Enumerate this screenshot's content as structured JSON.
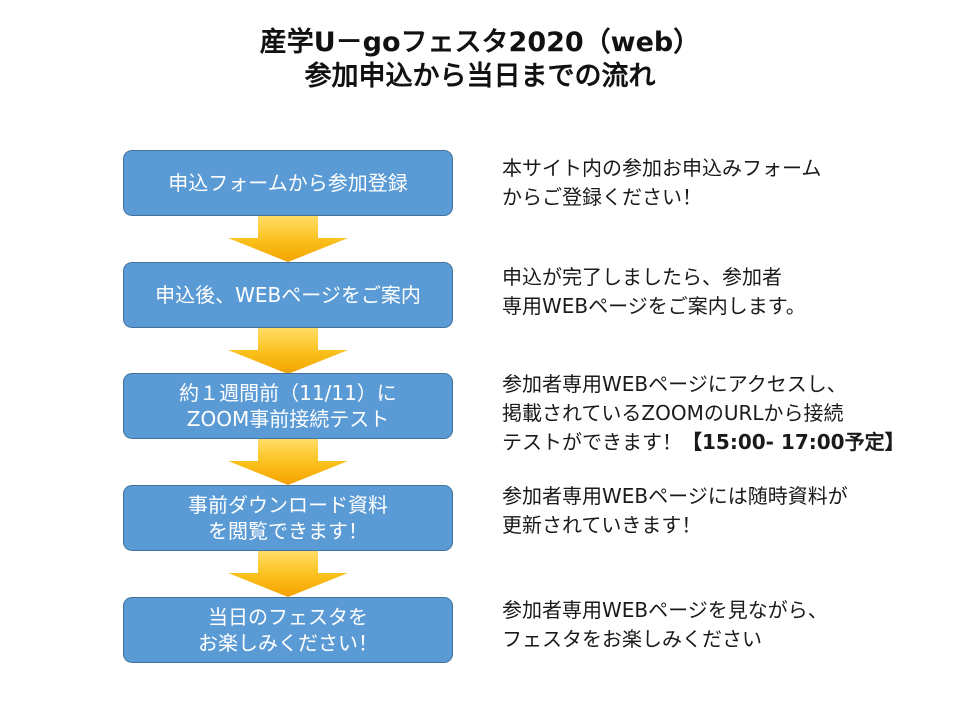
{
  "title": {
    "line1": "産学U－goフェスタ2020（web）",
    "line2": "参加申込から当日までの流れ"
  },
  "steps": [
    {
      "box": [
        "申込フォームから参加登録"
      ],
      "desc": [
        "本サイト内の参加お申込みフォーム",
        "からご登録ください！"
      ]
    },
    {
      "box": [
        "申込後、WEBページをご案内"
      ],
      "desc": [
        "申込が完了しましたら、参加者",
        "専用WEBページをご案内します。"
      ]
    },
    {
      "box": [
        "約１週間前（11/11）に",
        "ZOOM事前接続テスト"
      ],
      "desc": [
        "参加者専用WEBページにアクセスし、",
        "掲載されているZOOMのURLから接続",
        "テストができます！"
      ],
      "desc_bold": "【15:00- 17:00予定】"
    },
    {
      "box": [
        "事前ダウンロード資料",
        "を閲覧できます！"
      ],
      "desc": [
        "参加者専用WEBページには随時資料が",
        "更新されていきます！"
      ]
    },
    {
      "box": [
        "当日のフェスタを",
        "お楽しみください！"
      ],
      "desc": [
        "参加者専用WEBページを見ながら、",
        "フェスタをお楽しみください"
      ]
    }
  ],
  "colors": {
    "box_fill": "#5b9bd5",
    "box_border": "#41719c",
    "arrow_top": "#ffd85a",
    "arrow_bottom": "#f5a800"
  }
}
